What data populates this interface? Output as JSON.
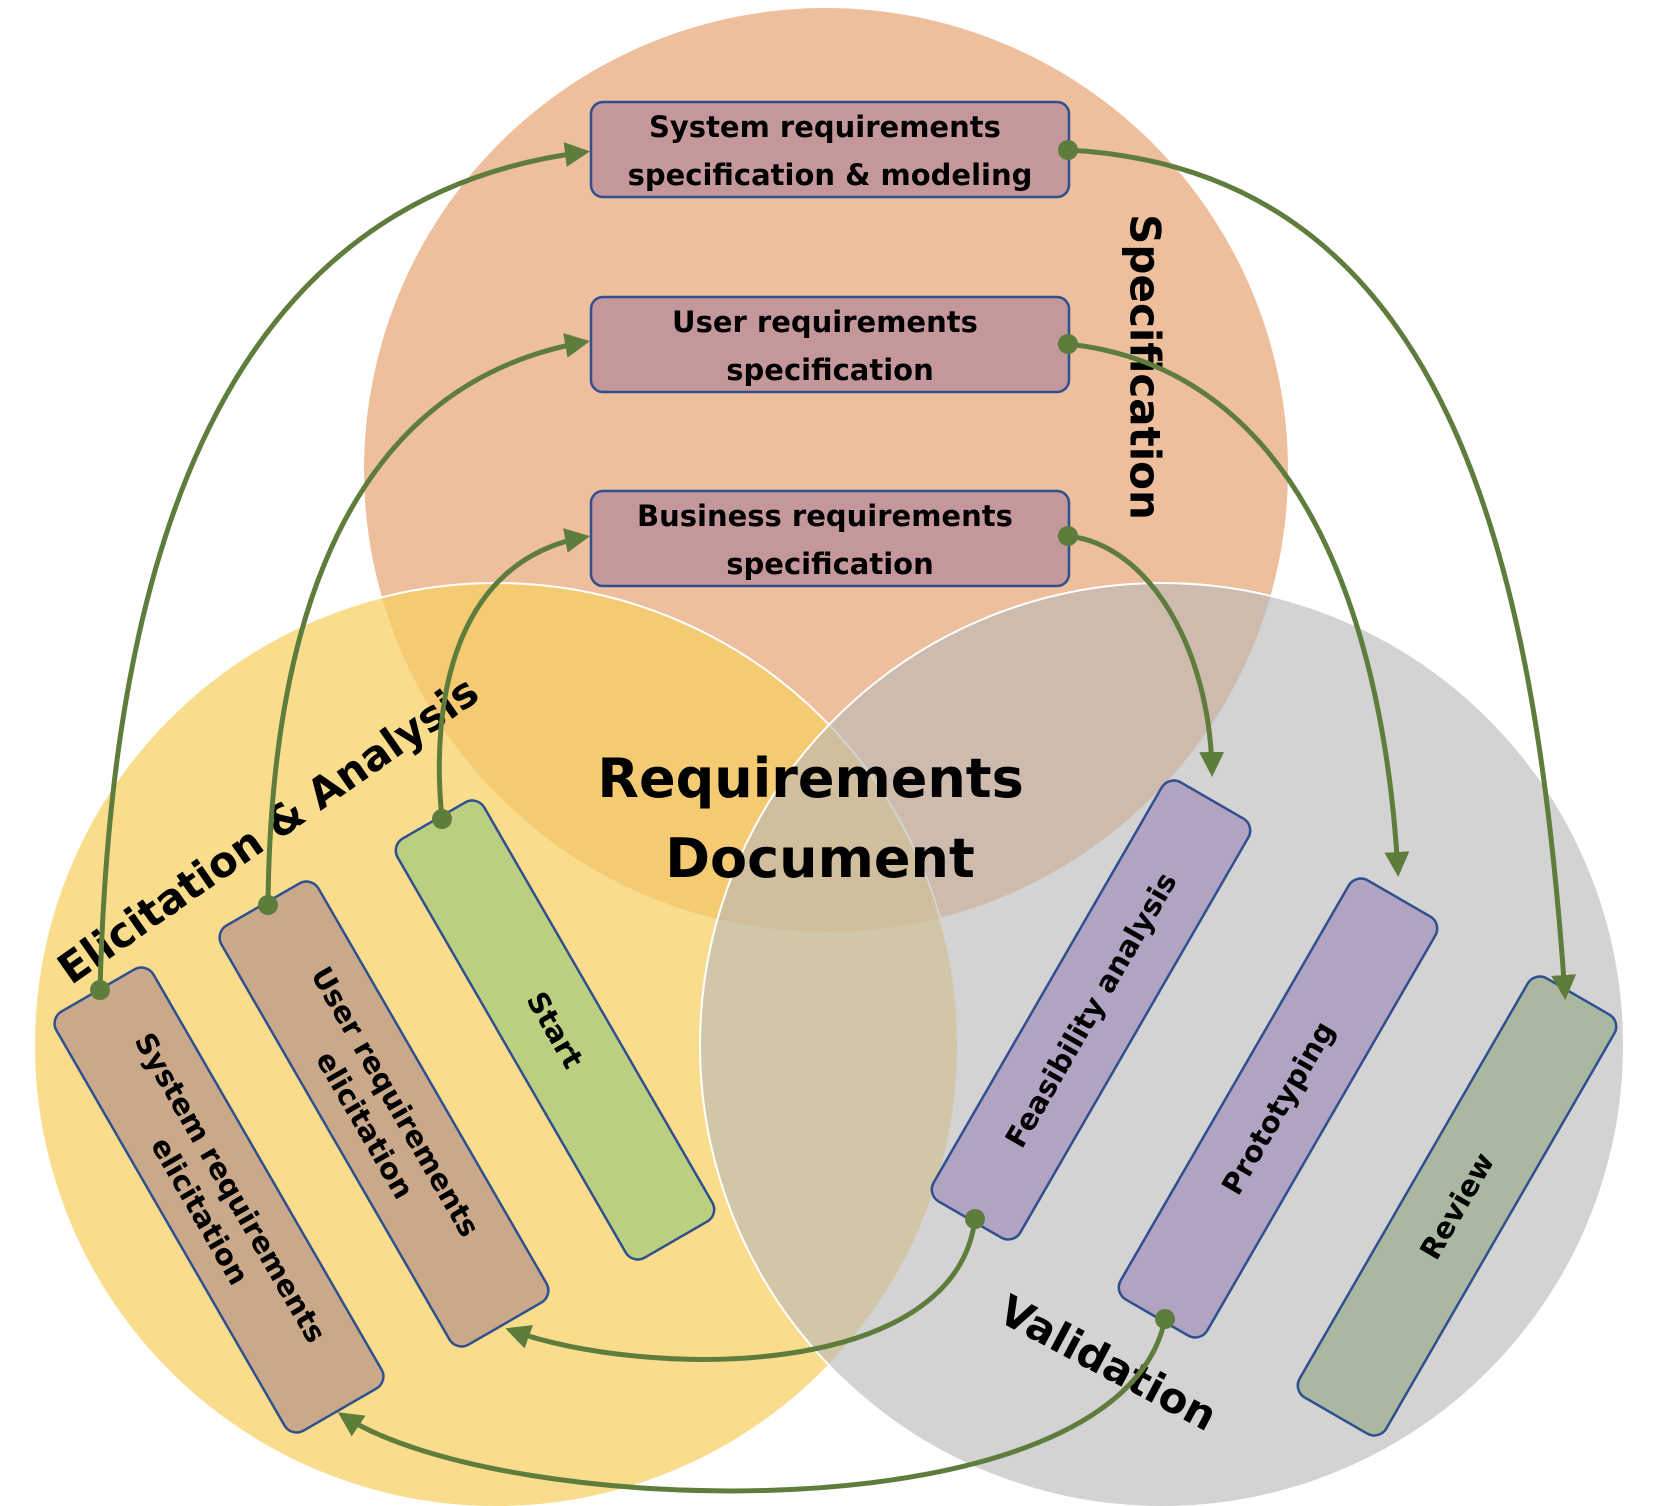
{
  "center_title": [
    "Requirements",
    "Document"
  ],
  "sections": {
    "specification": {
      "label": "Specification",
      "color": "#e08a4c"
    },
    "elicitation": {
      "label": "Elicitation & Analysis",
      "color": "#f7d061"
    },
    "validation": {
      "label": "Validation",
      "color": "#b8b8b8"
    }
  },
  "boxes": {
    "sys_spec": {
      "lines": [
        "System requirements",
        "specification & modeling"
      ],
      "fill": "#c4979b"
    },
    "user_spec": {
      "lines": [
        "User requirements",
        "specification"
      ],
      "fill": "#c4979b"
    },
    "biz_spec": {
      "lines": [
        "Business requirements",
        "specification"
      ],
      "fill": "#c4979b"
    },
    "start": {
      "lines": [
        "Start"
      ],
      "fill": "#bad080"
    },
    "user_elic": {
      "lines": [
        "User requirements",
        "elicitation"
      ],
      "fill": "#c9a98a"
    },
    "sys_elic": {
      "lines": [
        "System requirements",
        "elicitation"
      ],
      "fill": "#c9a98a"
    },
    "feasibility": {
      "lines": [
        "Feasibility analysis"
      ],
      "fill": "#b1a3c2"
    },
    "prototyping": {
      "lines": [
        "Prototyping"
      ],
      "fill": "#b1a3c2"
    },
    "review": {
      "lines": [
        "Review"
      ],
      "fill": "#abb8a1"
    }
  },
  "arrow_color": "#5e7d3c",
  "box_border_color": "#2f4f8f"
}
